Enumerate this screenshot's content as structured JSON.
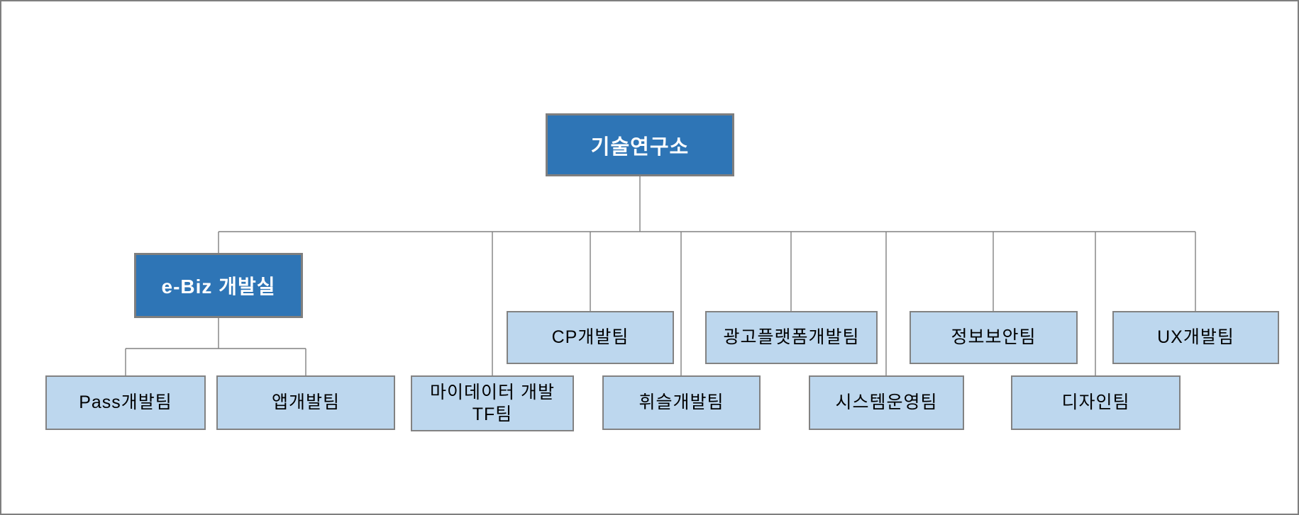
{
  "diagram": {
    "type": "org-chart",
    "root_label": "기술연구소",
    "nodes": [
      {
        "id": "tech-research-institute",
        "label": "기술연구소",
        "level": 1,
        "parent": null,
        "variant": "primary"
      },
      {
        "id": "ebiz-dev-office",
        "label": "e-Biz 개발실",
        "level": 2,
        "parent": "기술연구소",
        "variant": "primary"
      },
      {
        "id": "cp-dev-team",
        "label": "CP개발팀",
        "level": 2,
        "parent": "기술연구소",
        "variant": "secondary"
      },
      {
        "id": "ad-platform-dev-team",
        "label": "광고플랫폼개발팀",
        "level": 2,
        "parent": "기술연구소",
        "variant": "secondary"
      },
      {
        "id": "infosec-team",
        "label": "정보보안팀",
        "level": 2,
        "parent": "기술연구소",
        "variant": "secondary"
      },
      {
        "id": "ux-dev-team",
        "label": "UX개발팀",
        "level": 2,
        "parent": "기술연구소",
        "variant": "secondary"
      },
      {
        "id": "pass-dev-team",
        "label": "Pass개발팀",
        "level": 3,
        "parent": "e-Biz 개발실",
        "variant": "secondary"
      },
      {
        "id": "app-dev-team",
        "label": "앱개발팀",
        "level": 3,
        "parent": "e-Biz 개발실",
        "variant": "secondary"
      },
      {
        "id": "mydata-dev-tf-team",
        "label": "마이데이터 개발 TF팀",
        "level": 2,
        "parent": "기술연구소",
        "variant": "secondary"
      },
      {
        "id": "whistle-dev-team",
        "label": "휘슬개발팀",
        "level": 2,
        "parent": "기술연구소",
        "variant": "secondary"
      },
      {
        "id": "sysops-team",
        "label": "시스템운영팀",
        "level": 2,
        "parent": "기술연구소",
        "variant": "secondary"
      },
      {
        "id": "design-team",
        "label": "디자인팀",
        "level": 2,
        "parent": "기술연구소",
        "variant": "secondary"
      }
    ],
    "colors": {
      "primary_fill": "#2E75B6",
      "primary_text": "#FFFFFF",
      "secondary_fill": "#BDD7EE",
      "secondary_text": "#000000",
      "box_border": "#7F7F7F",
      "connector_line": "#818181",
      "canvas_border": "#7F7F7F",
      "background": "#FFFFFF"
    }
  }
}
